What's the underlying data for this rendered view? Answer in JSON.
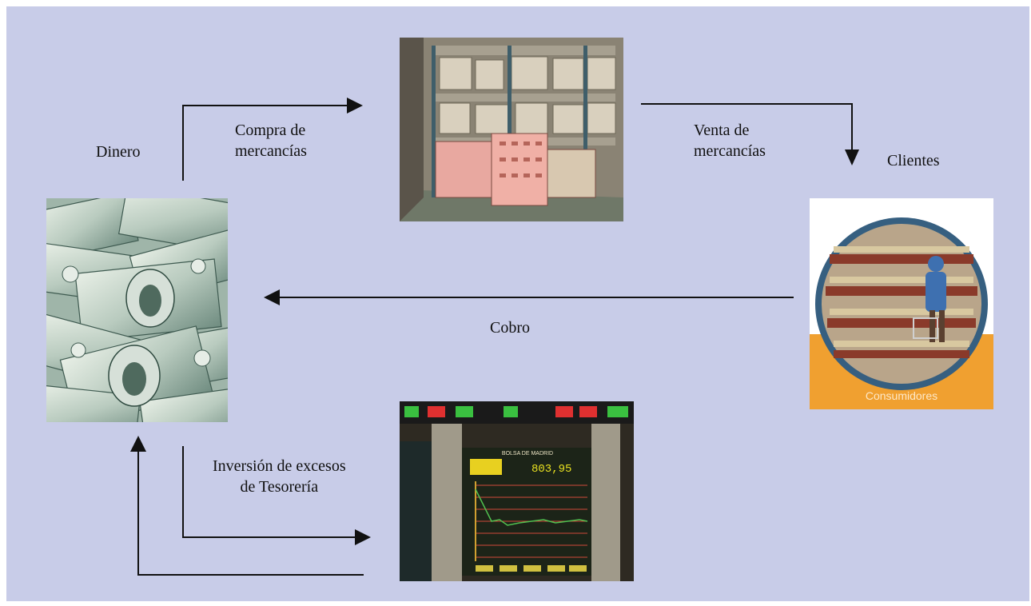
{
  "colors": {
    "background": "#c8cce8",
    "arrow": "#111111",
    "consumer_banner": "#f0a030"
  },
  "labels": {
    "dinero": "Dinero",
    "compra": "Compra de\nmercancías",
    "venta": "Venta de\nmercancías",
    "clientes": "Clientes",
    "cobro": "Cobro",
    "inversion": "Inversión de excesos\nde Tesorería"
  },
  "images": {
    "money": "banknotes-photo",
    "warehouse": "warehouse-photo",
    "consumers": {
      "name": "consumers-photo",
      "caption": "Consumidores"
    },
    "stock_board": {
      "name": "stock-exchange-board-photo",
      "board_title": "BOLSA DE MADRID",
      "board_value": "803,95"
    }
  }
}
